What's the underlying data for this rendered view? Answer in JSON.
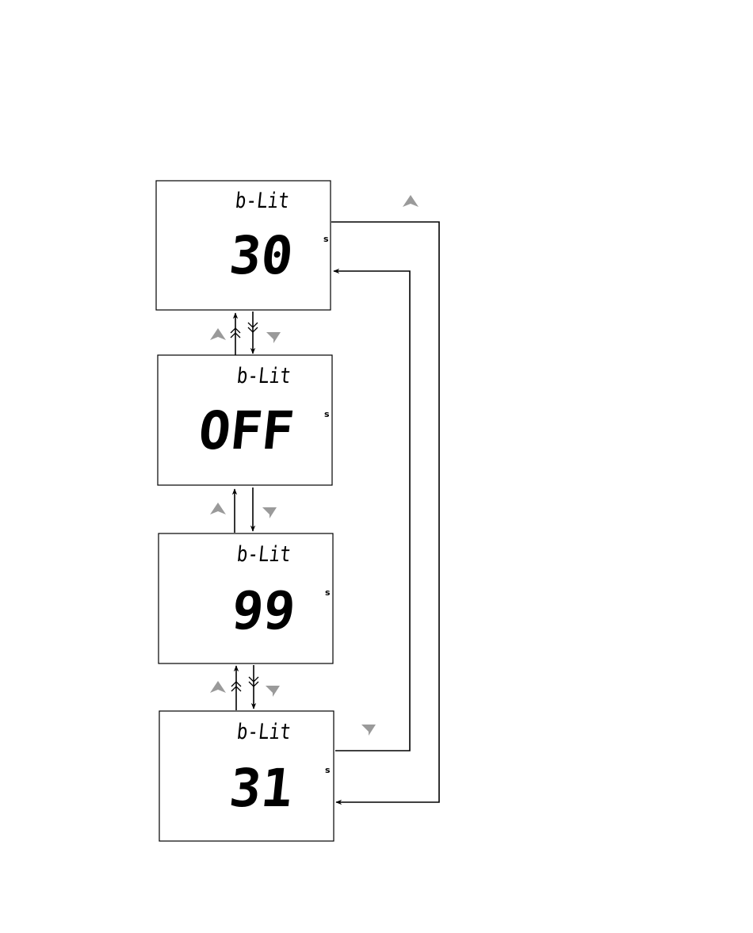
{
  "screens": [
    {
      "id": "s30",
      "label": "b-Lit",
      "value": "30",
      "unit": "s"
    },
    {
      "id": "soff",
      "label": "b-Lit",
      "value": "OFF",
      "unit": "s"
    },
    {
      "id": "s99",
      "label": "b-Lit",
      "value": "99",
      "unit": "s"
    },
    {
      "id": "s31",
      "label": "b-Lit",
      "value": "31",
      "unit": "s"
    }
  ],
  "key_icons": {
    "up": "up-key-icon",
    "down": "down-key-icon"
  },
  "colors": {
    "line": "#000000",
    "key_icon": "#9a9a9a",
    "background": "#ffffff"
  }
}
